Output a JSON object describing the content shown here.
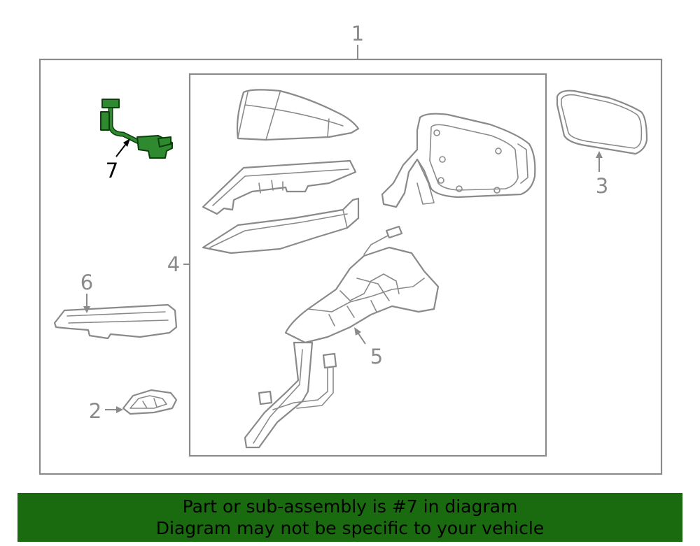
{
  "callouts": {
    "c1": "1",
    "c2": "2",
    "c3": "3",
    "c4": "4",
    "c5": "5",
    "c6": "6",
    "c7": "7"
  },
  "highlighted_part": "7",
  "colors": {
    "highlight": "#2f8a2f",
    "banner": "#1a6b0f",
    "line": "#8a8a8a"
  },
  "banner": {
    "line1": "Part or sub-assembly is #7 in diagram",
    "line2": "Diagram may not be specific to your vehicle"
  }
}
